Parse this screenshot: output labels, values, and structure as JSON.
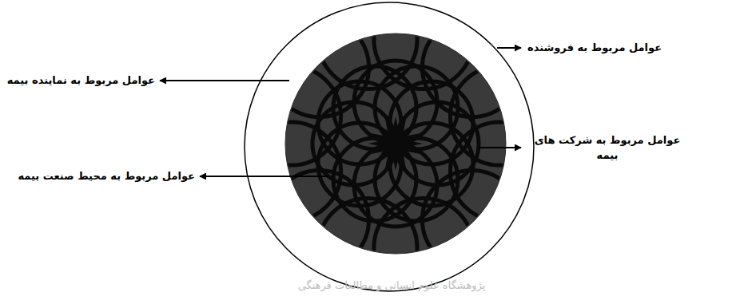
{
  "diagram": {
    "labels": [
      "عوامل مربوط به فروشنده",
      "عوامل مربوط به نماینده بیمه",
      "عوامل مربوط به شرکت های بیمه",
      "عوامل مربوط به محیط صنعت بیمه",
      "پژوهشگاه علوم انسانی و مطالعات فرهنگی"
    ]
  }
}
